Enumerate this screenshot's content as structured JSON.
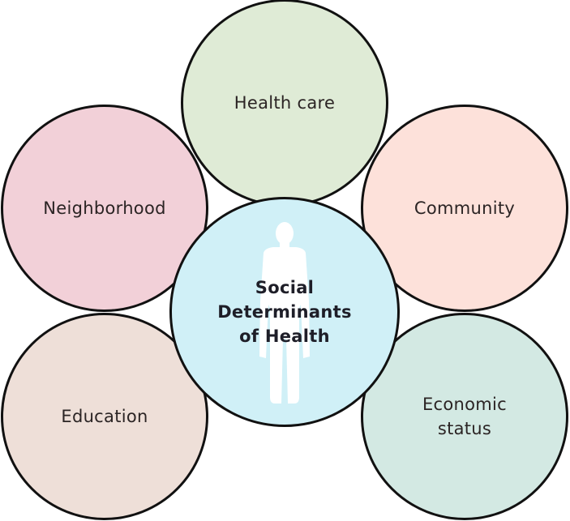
{
  "diagram": {
    "center": {
      "lines": [
        "Social",
        "Determinants",
        "of Health"
      ],
      "color": "#d0f0f7",
      "icon": "person-silhouette-icon"
    },
    "nodes": [
      {
        "id": "health-care",
        "label": "Health care",
        "color": "#dfebd6"
      },
      {
        "id": "neighborhood",
        "label": "Neighborhood",
        "color": "#f2d0d8"
      },
      {
        "id": "community",
        "label": "Community",
        "color": "#fde1da"
      },
      {
        "id": "education",
        "label": "Education",
        "color": "#eedfd8"
      },
      {
        "id": "economic-status",
        "lines": [
          "Economic",
          "status"
        ],
        "color": "#d3e9e3"
      }
    ]
  }
}
